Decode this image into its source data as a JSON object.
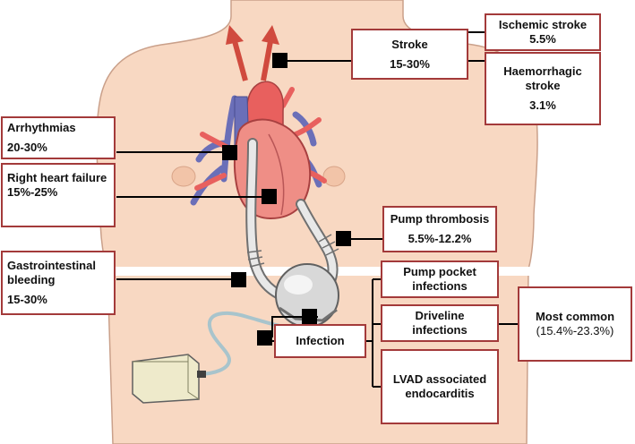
{
  "labels": {
    "stroke": {
      "name": "Stroke",
      "value": "15-30%"
    },
    "ischemic": {
      "name": "Ischemic stroke",
      "value": "5.5%"
    },
    "haemorrhagic": {
      "line1": "Haemorrhagic",
      "line2": "stroke",
      "value": "3.1%"
    },
    "arrhythmias": {
      "name": "Arrhythmias",
      "value": "20-30%"
    },
    "right_hf": {
      "name": "Right heart failure",
      "value": "15%-25%"
    },
    "pump_thrombosis": {
      "name": "Pump thrombosis",
      "value": "5.5%-12.2%"
    },
    "gi_bleeding": {
      "line1": "Gastrointestinal",
      "line2": "bleeding",
      "value": "15-30%"
    },
    "infection": {
      "name": "Infection"
    },
    "pump_pocket": {
      "line1": "Pump pocket",
      "line2": "infections"
    },
    "driveline": {
      "line1": "Driveline",
      "line2": "infections"
    },
    "endocarditis": {
      "line1": "LVAD associated",
      "line2": "endocarditis"
    },
    "most_common": {
      "line1": "Most common",
      "line2": "(15.4%-23.3%)"
    }
  },
  "colors": {
    "box_border": "#a33a3a",
    "skin": "#f8d8c2",
    "skin_outline": "#caa08a",
    "artery": "#e8605e",
    "vein": "#6b6fb8",
    "arrow": "#d04a3e",
    "device": "#d0d0d0",
    "controller": "#eeeacb"
  }
}
